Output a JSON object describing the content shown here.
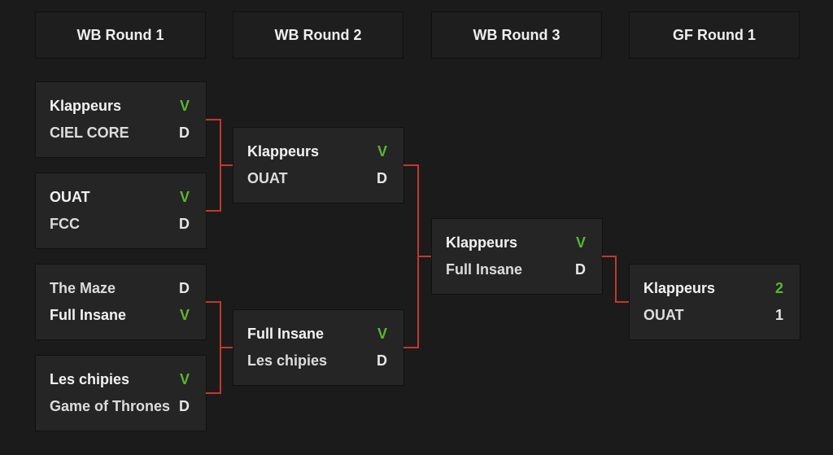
{
  "colors": {
    "win": "#5db52f",
    "connector": "#c0392b"
  },
  "rounds": [
    "WB Round 1",
    "WB Round 2",
    "WB Round 3",
    "GF Round 1"
  ],
  "matches": [
    {
      "teams": [
        {
          "name": "Klappeurs",
          "result": "V",
          "win": true
        },
        {
          "name": "CIEL CORE",
          "result": "D",
          "win": false
        }
      ]
    },
    {
      "teams": [
        {
          "name": "OUAT",
          "result": "V",
          "win": true
        },
        {
          "name": "FCC",
          "result": "D",
          "win": false
        }
      ]
    },
    {
      "teams": [
        {
          "name": "The Maze",
          "result": "D",
          "win": false
        },
        {
          "name": "Full Insane",
          "result": "V",
          "win": true
        }
      ]
    },
    {
      "teams": [
        {
          "name": "Les chipies",
          "result": "V",
          "win": true
        },
        {
          "name": "Game of Thrones",
          "result": "D",
          "win": false
        }
      ]
    },
    {
      "teams": [
        {
          "name": "Klappeurs",
          "result": "V",
          "win": true
        },
        {
          "name": "OUAT",
          "result": "D",
          "win": false
        }
      ]
    },
    {
      "teams": [
        {
          "name": "Full Insane",
          "result": "V",
          "win": true
        },
        {
          "name": "Les chipies",
          "result": "D",
          "win": false
        }
      ]
    },
    {
      "teams": [
        {
          "name": "Klappeurs",
          "result": "V",
          "win": true
        },
        {
          "name": "Full Insane",
          "result": "D",
          "win": false
        }
      ]
    },
    {
      "teams": [
        {
          "name": "Klappeurs",
          "result": "2",
          "win": true
        },
        {
          "name": "OUAT",
          "result": "1",
          "win": false
        }
      ]
    }
  ]
}
